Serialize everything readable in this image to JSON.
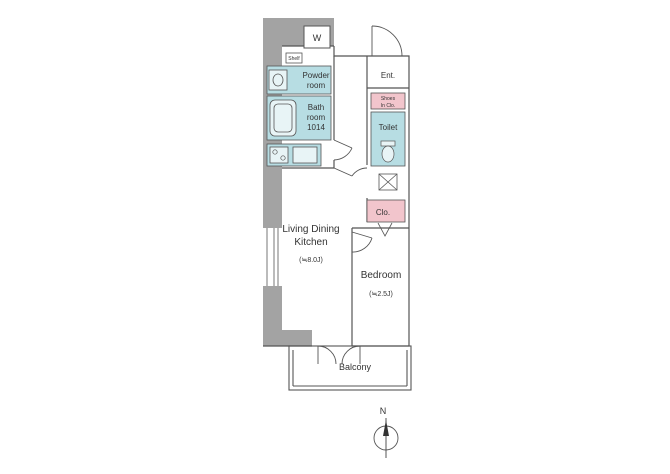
{
  "floorplan": {
    "rooms": {
      "washer": "W",
      "shelf": "Shelf",
      "powder_line1": "Powder",
      "powder_line2": "room",
      "bath_line1": "Bath",
      "bath_line2": "room",
      "bath_line3": "1014",
      "entrance": "Ent.",
      "shoes_line1": "Shoes",
      "shoes_line2": "In Clo.",
      "toilet": "Toilet",
      "closet": "Clo.",
      "ldk_line1": "Living Dining",
      "ldk_line2": "Kitchen",
      "ldk_area": "(≒8.0J)",
      "bedroom": "Bedroom",
      "bedroom_area": "(≒2.5J)",
      "balcony": "Balcony",
      "north": "N"
    },
    "colors": {
      "wall": "#a3a3a3",
      "wet_area": "#b7dde3",
      "closet": "#f2c5cc",
      "line": "#555555"
    }
  }
}
